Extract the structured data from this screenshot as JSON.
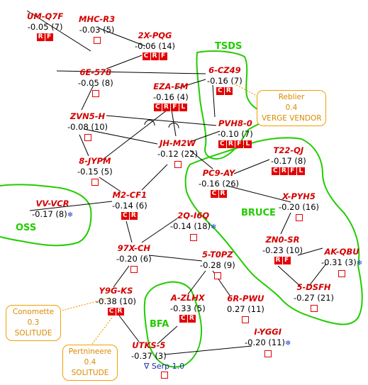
{
  "colors": {
    "node_name": "#d40000",
    "tag_fill": "#e30000",
    "region": "#22cc00",
    "callout": "#f0a000",
    "snowflake": "#1f3fd6",
    "serp": "#1a2aa8"
  },
  "nodes": {
    "um_q7f": {
      "name": "UM-Q7F",
      "value": "-0.05 (7)",
      "tags": [
        "R",
        "F"
      ]
    },
    "mhc_r3": {
      "name": "MHC-R3",
      "value": "-0.03 (5)"
    },
    "2x_pqg": {
      "name": "2X-PQG",
      "value": "-0.06 (14)",
      "tags": [
        "C",
        "R",
        "F"
      ]
    },
    "6e_578": {
      "name": "6E-578",
      "value": "-0.05 (8)"
    },
    "6_cz49": {
      "name": "6-CZ49",
      "value": "-0.16 (7)",
      "tags": [
        "C",
        "R"
      ]
    },
    "eza_fm": {
      "name": "EZA-FM",
      "value": "-0.16 (4)",
      "tags": [
        "C",
        "R",
        "F",
        "L"
      ]
    },
    "zvn5_h": {
      "name": "ZVN5-H",
      "value": "-0.08 (10)"
    },
    "pvh8_0": {
      "name": "PVH8-0",
      "value": "-0.10 (7)",
      "tags": [
        "C",
        "R",
        "F",
        "L"
      ]
    },
    "jh_m2w": {
      "name": "JH-M2W",
      "value": "-0.12 (22)"
    },
    "8_jypm": {
      "name": "8-JYPM",
      "value": "-0.15 (5)"
    },
    "t22_qj": {
      "name": "T22-QJ",
      "value": "-0.17 (8)",
      "tags": [
        "C",
        "R",
        "F",
        "L"
      ]
    },
    "pc9_ay": {
      "name": "PC9-AY",
      "value": "-0.16 (26)",
      "tags": [
        "C",
        "R"
      ]
    },
    "m2_cf1": {
      "name": "M2-CF1",
      "value": "-0.14 (6)",
      "tags": [
        "C",
        "R"
      ]
    },
    "vv_vcr": {
      "name": "VV-VCR",
      "value": "-0.17 (8)",
      "snow": "❄"
    },
    "x_pyh5": {
      "name": "X-PYH5",
      "value": "-0.20 (16)"
    },
    "2q_i6q": {
      "name": "2Q-I6Q",
      "value": "-0.14 (18)",
      "snow": "❄"
    },
    "97x_ch": {
      "name": "97X-CH",
      "value": "-0.20 (6)"
    },
    "5_t0pz": {
      "name": "5-T0PZ",
      "value": "-0.28 (9)"
    },
    "zn0_sr": {
      "name": "ZN0-SR",
      "value": "-0.23 (10)",
      "tags": [
        "R",
        "F"
      ]
    },
    "ak_qbu": {
      "name": "AK-QBU",
      "value": "-0.31 (3)",
      "snow": "❄"
    },
    "y9g_ks": {
      "name": "Y9G-KS",
      "value": "-0.38 (10)",
      "tags": [
        "C",
        "R"
      ]
    },
    "a_zlhx": {
      "name": "A-ZLHX",
      "value": "-0.33 (5)",
      "tags": [
        "C",
        "R"
      ]
    },
    "6r_pwu": {
      "name": "6R-PWU",
      "value": "0.27 (11)"
    },
    "5_dsfh": {
      "name": "5-DSFH",
      "value": "-0.27 (21)"
    },
    "i_yggi": {
      "name": "I-YGGI",
      "value": "-0.20 (11)",
      "snow": "❄"
    },
    "utks_5": {
      "name": "UTKS-5",
      "value": "-0.37 (3)"
    }
  },
  "regions": {
    "tsds": "TSDS",
    "bruce": "BRUCE",
    "oss": "OSS",
    "bfa": "BFA"
  },
  "callouts": {
    "reblier": {
      "name": "Reblier",
      "value": "0.4",
      "sub": "VERGE VENDOR"
    },
    "conomette": {
      "name": "Conomette",
      "value": "0.3",
      "sub": "SOLITUDE"
    },
    "pertnineere": {
      "name": "Pertnineere",
      "value": "0.4",
      "sub": "SOLITUDE"
    }
  },
  "serp": {
    "symbol": "∇",
    "label": "Serp 1.0"
  }
}
